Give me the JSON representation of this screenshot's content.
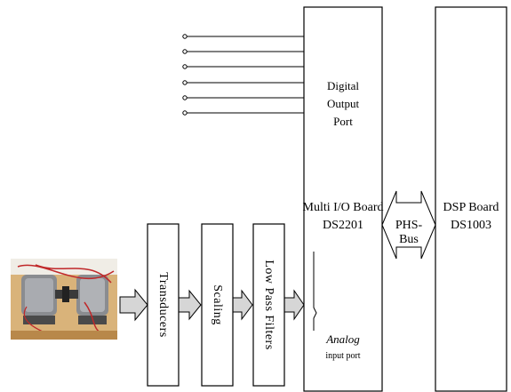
{
  "blocks": {
    "transducers": "Transducers",
    "scaling": "Scaling",
    "low_pass_filters": "Low Pass Filters"
  },
  "multi_io_board": {
    "digital_output_port": [
      "Digital",
      "Output",
      "Port"
    ],
    "name": [
      "Multi I/O Board",
      "DS2201"
    ],
    "analog": "Analog",
    "input_port": "input port"
  },
  "bus": "PHS-Bus",
  "dsp_board": [
    "DSP Board",
    "DS1003"
  ],
  "colors": {
    "line": "#000000",
    "arrow_fill": "#d6d6d6",
    "photo_base": "#d9b37a"
  }
}
